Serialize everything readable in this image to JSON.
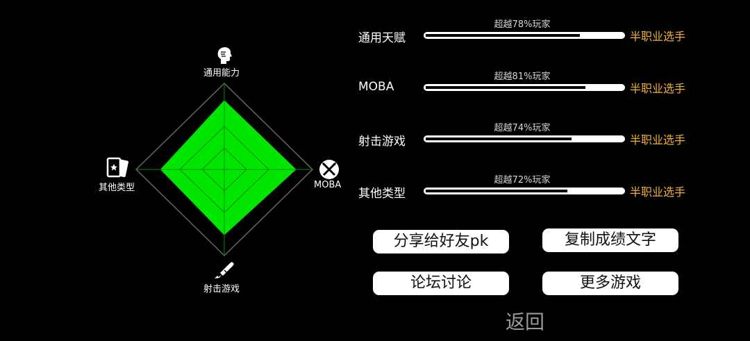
{
  "radar": {
    "axes": [
      {
        "key": "top",
        "label": "通用能力",
        "icon": "head-profile-icon",
        "value": 0.78
      },
      {
        "key": "right",
        "label": "MOBA",
        "icon": "crossed-swords-icon",
        "value": 0.81
      },
      {
        "key": "bottom",
        "label": "射击游戏",
        "icon": "rifle-icon",
        "value": 0.74
      },
      {
        "key": "left",
        "label": "其他类型",
        "icon": "playing-cards-icon",
        "value": 0.72
      }
    ],
    "fill_color": "#00e600",
    "grid_color": "#555555"
  },
  "stats": [
    {
      "name": "通用天赋",
      "percentile_text": "超越78%玩家",
      "value": 0.78,
      "level": "半职业选手"
    },
    {
      "name": "MOBA",
      "percentile_text": "超越81%玩家",
      "value": 0.81,
      "level": "半职业选手"
    },
    {
      "name": "射击游戏",
      "percentile_text": "超越74%玩家",
      "value": 0.74,
      "level": "半职业选手"
    },
    {
      "name": "其他类型",
      "percentile_text": "超越72%玩家",
      "value": 0.72,
      "level": "半职业选手"
    }
  ],
  "buttons": {
    "share": "分享给好友pk",
    "copy": "复制成绩文字",
    "forum": "论坛讨论",
    "more": "更多游戏"
  },
  "back_label": "返回",
  "colors": {
    "level": "#f2b233",
    "back": "#9a9a9a"
  }
}
